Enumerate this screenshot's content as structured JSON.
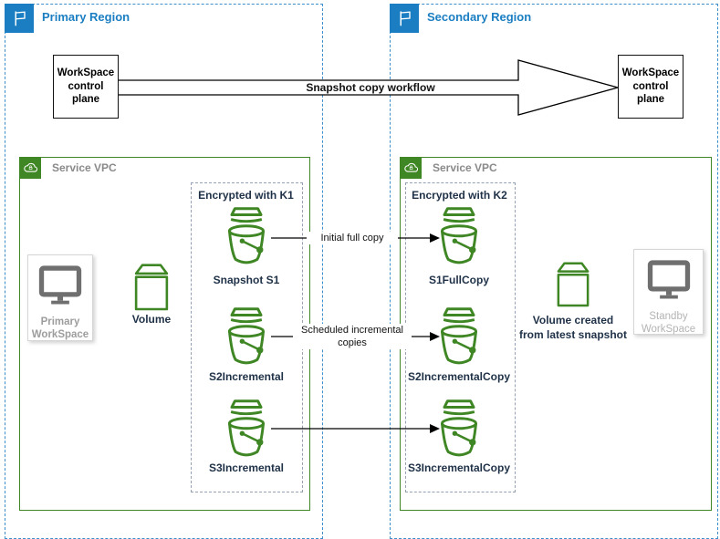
{
  "regions": {
    "primary": {
      "label": "Primary Region"
    },
    "secondary": {
      "label": "Secondary Region"
    }
  },
  "control_plane": {
    "left": "WorkSpace\ncontrol\nplane",
    "right": "WorkSpace\ncontrol\nplane"
  },
  "workflow_arrow_label": "Snapshot copy workflow",
  "vpc": {
    "left_label": "Service VPC",
    "right_label": "Service VPC"
  },
  "encryption": {
    "k1": {
      "label": "Encrypted with K1",
      "buckets": [
        "Snapshot S1",
        "S2Incremental",
        "S3Incremental"
      ]
    },
    "k2": {
      "label": "Encrypted with K2",
      "buckets": [
        "S1FullCopy",
        "S2IncrementalCopy",
        "S3IncrementalCopy"
      ]
    }
  },
  "volumes": {
    "left_label": "Volume",
    "right_label": "Volume created\nfrom latest snapshot"
  },
  "workspaces": {
    "primary": "Primary\nWorkSpace",
    "standby": "Standby\nWorkSpace"
  },
  "copy_arrows": {
    "full": "Initial full copy",
    "incremental": "Scheduled incremental\ncopies"
  },
  "colors": {
    "region_blue": "#1b7ec2",
    "aws_green": "#3f8624",
    "label_navy": "#1f3147",
    "workspace_gray": "#6f6f6f"
  }
}
